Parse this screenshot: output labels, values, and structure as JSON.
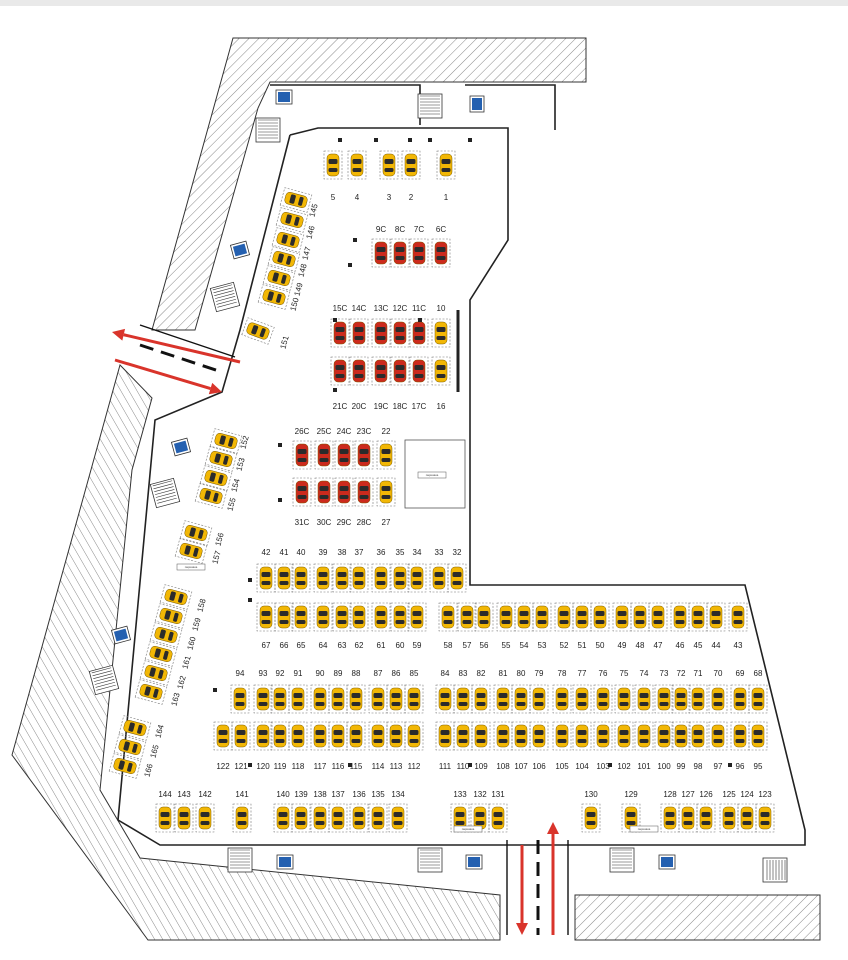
{
  "plan": {
    "colors": {
      "car_standard": "#f2b705",
      "car_c": "#cc2a1d",
      "wall": "#333333",
      "hatch": "#555555",
      "arrow": "#d9342b",
      "lift": "#2460b0"
    },
    "icons": [
      "car-icon",
      "lift-icon",
      "stairs-icon",
      "traffic-arrow-icon"
    ],
    "signs": [
      "парковка",
      "парковка",
      "парковка",
      "парковка"
    ],
    "spots": {
      "row_1_5": [
        "5",
        "4",
        "3",
        "2",
        "1"
      ],
      "c_top": [
        "9C",
        "8C",
        "7C",
        "6C"
      ],
      "c_upper": [
        "15C",
        "14C",
        "13C",
        "12C",
        "11C",
        "10"
      ],
      "c_upper_low": [
        "21C",
        "20C",
        "19C",
        "18C",
        "17C",
        "16"
      ],
      "c_mid": [
        "26C",
        "25C",
        "24C",
        "23C",
        "22"
      ],
      "c_mid_low": [
        "31C",
        "30C",
        "29C",
        "28C",
        "27"
      ],
      "row_32_42": [
        "42",
        "41",
        "40",
        "39",
        "38",
        "37",
        "36",
        "35",
        "34",
        "33",
        "32"
      ],
      "row_43_67": [
        "67",
        "66",
        "65",
        "64",
        "63",
        "62",
        "61",
        "60",
        "59",
        "58",
        "57",
        "56",
        "55",
        "54",
        "53",
        "52",
        "51",
        "50",
        "49",
        "48",
        "47",
        "46",
        "45",
        "44",
        "43"
      ],
      "row_68_94": [
        "94",
        "93",
        "92",
        "91",
        "90",
        "89",
        "88",
        "87",
        "86",
        "85",
        "84",
        "83",
        "82",
        "81",
        "80",
        "79",
        "78",
        "77",
        "76",
        "75",
        "74",
        "73",
        "72",
        "71",
        "70",
        "69",
        "68"
      ],
      "row_95_122": [
        "122",
        "121",
        "120",
        "119",
        "118",
        "117",
        "116",
        "115",
        "114",
        "113",
        "112",
        "111",
        "110",
        "109",
        "108",
        "107",
        "106",
        "105",
        "104",
        "103",
        "102",
        "101",
        "100",
        "99",
        "98",
        "97",
        "96",
        "95"
      ],
      "row_bottom_left": [
        "144",
        "143",
        "142",
        "141",
        "140",
        "139",
        "138",
        "137",
        "136",
        "135",
        "134",
        "133",
        "132",
        "131"
      ],
      "row_bottom_right": [
        "130",
        "129",
        "128",
        "127",
        "126",
        "125",
        "124",
        "123"
      ],
      "diag_145_150": [
        "145",
        "146",
        "147",
        "148",
        "149",
        "150"
      ],
      "spot_151": "151",
      "diag_152_155": [
        "152",
        "153",
        "154",
        "155"
      ],
      "diag_156_157": [
        "156",
        "157"
      ],
      "diag_158_163": [
        "158",
        "159",
        "160",
        "161",
        "162",
        "163"
      ],
      "diag_164_166": [
        "164",
        "165",
        "166"
      ]
    }
  }
}
